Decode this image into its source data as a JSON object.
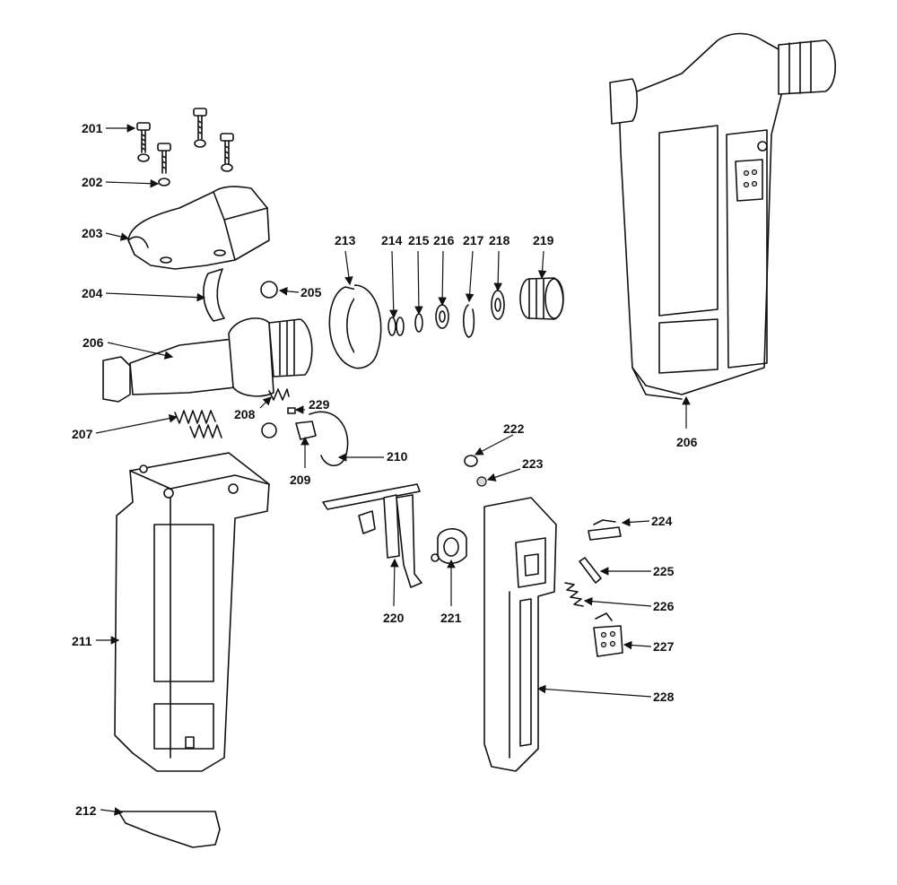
{
  "labels": {
    "l201": "201",
    "l202": "202",
    "l203": "203",
    "l204": "204",
    "l205": "205",
    "l206a": "206",
    "l206b": "206",
    "l207": "207",
    "l208": "208",
    "l209": "209",
    "l210": "210",
    "l211": "211",
    "l212": "212",
    "l213": "213",
    "l214": "214",
    "l215": "215",
    "l216": "216",
    "l217": "217",
    "l218": "218",
    "l219": "219",
    "l220": "220",
    "l221": "221",
    "l222": "222",
    "l223": "223",
    "l224": "224",
    "l225": "225",
    "l226": "226",
    "l227": "227",
    "l228": "228",
    "l229": "229"
  }
}
